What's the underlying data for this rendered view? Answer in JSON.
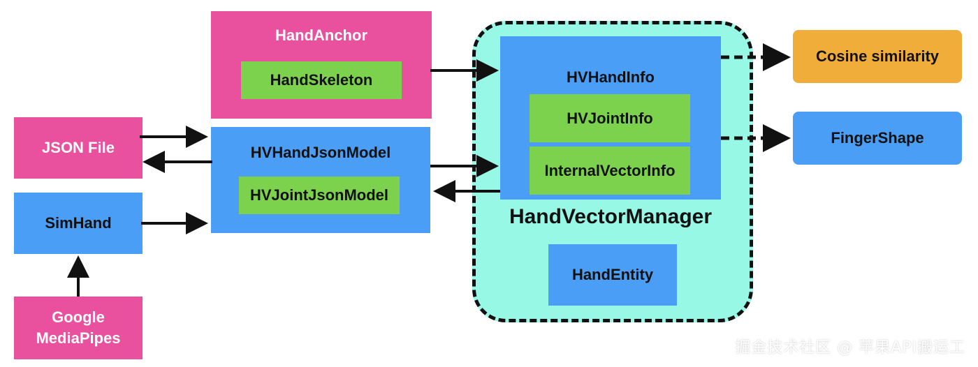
{
  "nodes": {
    "hand_anchor": "HandAnchor",
    "hand_skeleton": "HandSkeleton",
    "json_file": "JSON File",
    "sim_hand": "SimHand",
    "google_mediapipes": "Google\nMediaPipes",
    "hv_hand_json_model": "HVHandJsonModel",
    "hv_joint_json_model": "HVJointJsonModel",
    "hv_hand_info": "HVHandInfo",
    "hv_joint_info": "HVJointInfo",
    "internal_vector_info": "InternalVectorInfo",
    "hand_vector_manager": "HandVectorManager",
    "hand_entity": "HandEntity",
    "cosine_similarity": "Cosine similarity",
    "finger_shape": "FingerShape"
  },
  "watermark": "掘金技术社区 @ 苹果API搬运工",
  "colors": {
    "pink": "#e9509e",
    "blue": "#4a9ef5",
    "green": "#7dd24d",
    "orange": "#f1ad3a",
    "teal": "#97f8e6",
    "arrow": "#111111"
  }
}
